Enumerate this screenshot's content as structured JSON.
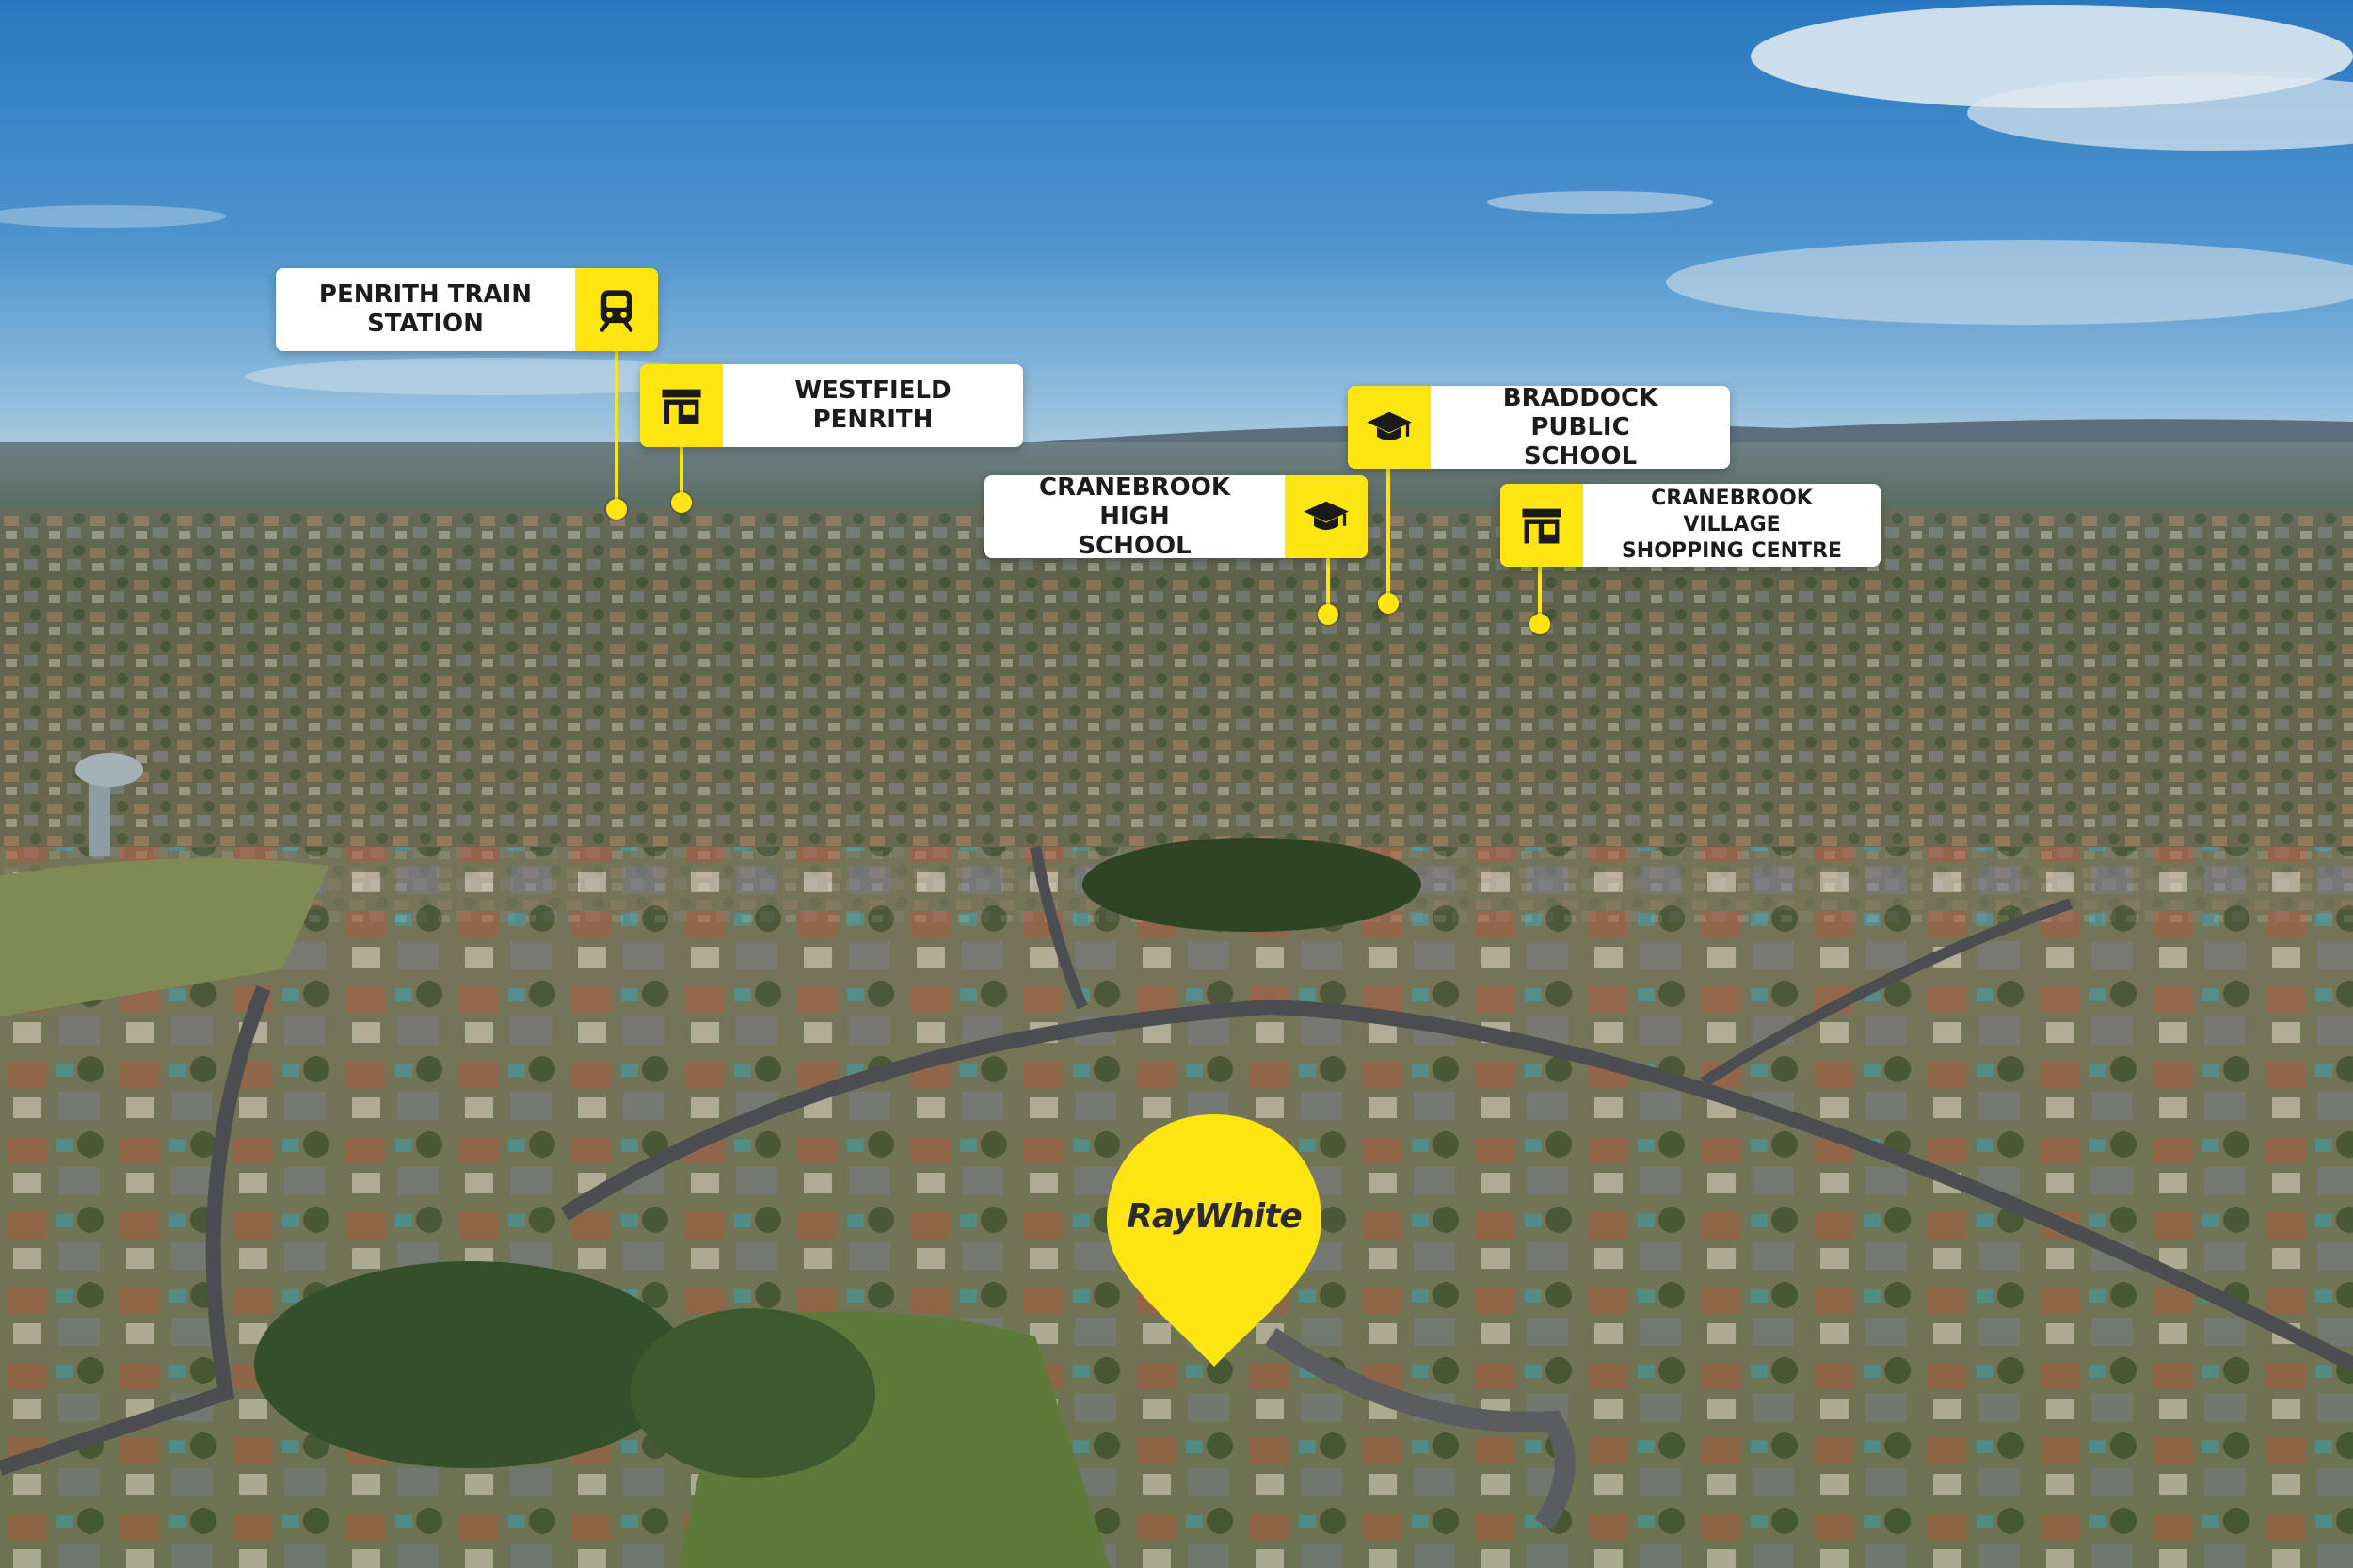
{
  "photo": {
    "description_icon": "aerial-suburb-photo",
    "colors": {
      "sky_top": "#2a78c0",
      "sky_horizon": "#9cc4dc",
      "ground": "#5a6a45",
      "accent": "#FFE512"
    }
  },
  "markers": [
    {
      "id": "penrith-train-station",
      "label": "PENRITH TRAIN\nSTATION",
      "icon": "train-icon"
    },
    {
      "id": "westfield-penrith",
      "label": "WESTFIELD PENRITH",
      "icon": "shop-icon"
    },
    {
      "id": "braddock-public-school",
      "label": "BRADDOCK PUBLIC\nSCHOOL",
      "icon": "graduation-cap-icon"
    },
    {
      "id": "cranebrook-high-school",
      "label": "CRANEBROOK HIGH\nSCHOOL",
      "icon": "graduation-cap-icon"
    },
    {
      "id": "cranebrook-village",
      "label": "CRANEBROOK VILLAGE\nSHOPPING CENTRE",
      "icon": "shop-icon"
    }
  ],
  "brand": {
    "logo_text": "RayWhite",
    "pin_icon": "location-pin-icon"
  }
}
